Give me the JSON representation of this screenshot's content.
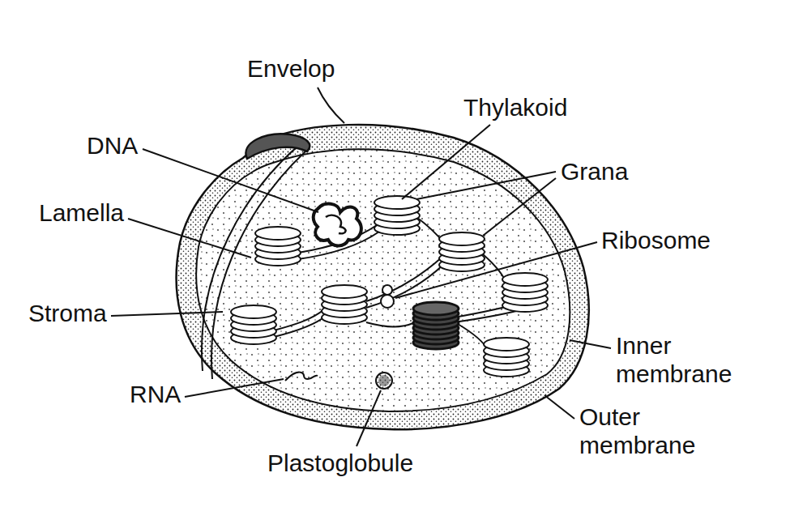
{
  "diagram": {
    "labels": [
      "Envelop",
      "Thylakoid",
      "DNA",
      "Grana",
      "Lamella",
      "Ribosome",
      "Stroma",
      "Inner membrane",
      "Outer membrane",
      "RNA",
      "Plastoglobule"
    ]
  }
}
